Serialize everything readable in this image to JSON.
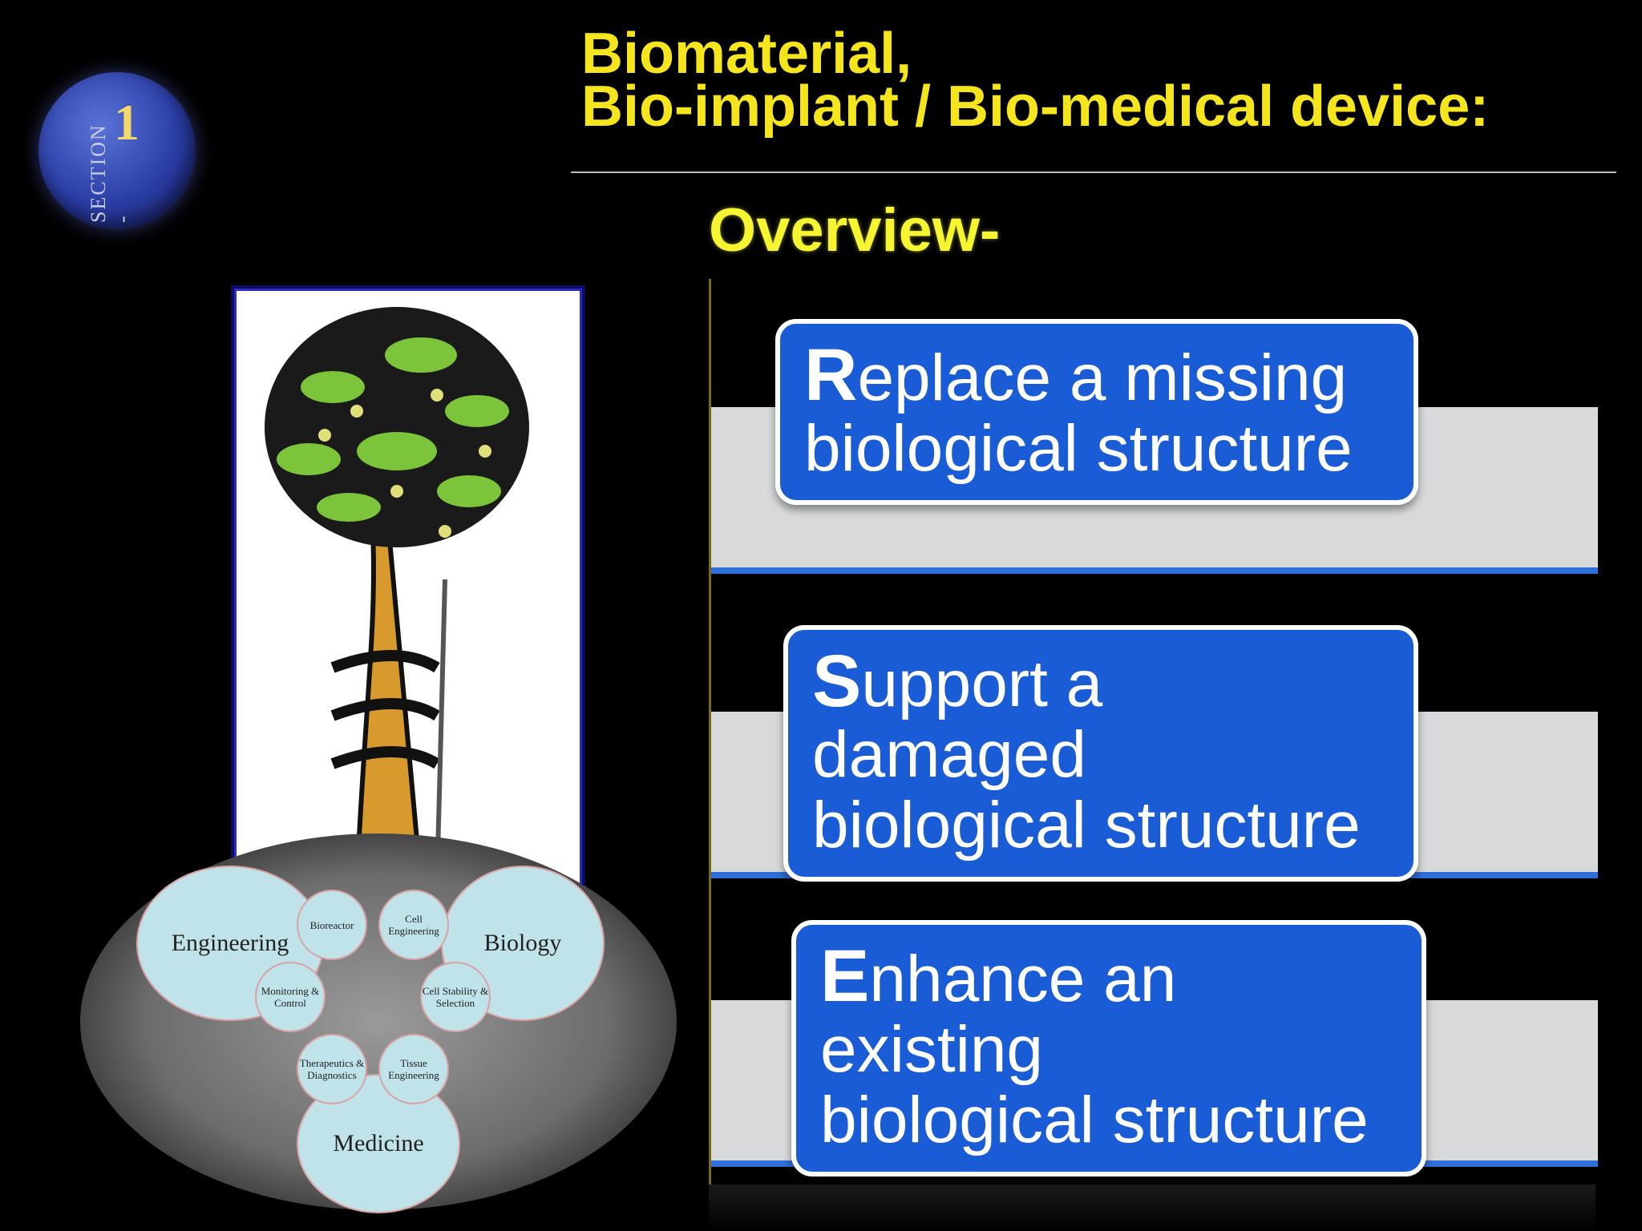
{
  "title": {
    "line1": "Biomaterial,",
    "line2": "Bio-implant / Bio-medical device:"
  },
  "overview": "Overview-",
  "badge": {
    "label": "SECTION -",
    "number": "1"
  },
  "venn": {
    "engineering": "Engineering",
    "biology": "Biology",
    "medicine": "Medicine",
    "bioreactor": "Bioreactor",
    "cell_engineering": "Cell Engineering",
    "monitoring": "Monitoring & Control",
    "cell_stability": "Cell Stability & Selection",
    "therapeutics": "Therapeutics & Diagnostics",
    "tissue_engineering": "Tissue Engineering"
  },
  "cards": [
    {
      "lead": "R",
      "rest_line1": "eplace a missing",
      "line2": "biological structure"
    },
    {
      "lead": "S",
      "rest_line1": "upport a damaged",
      "line2": "biological structure"
    },
    {
      "lead": "E",
      "rest_line1": "nhance an existing",
      "line2": "biological structure"
    }
  ],
  "colors": {
    "title": "#f5e51e",
    "card": "#1a5cd6",
    "band": "#d7d9da"
  }
}
